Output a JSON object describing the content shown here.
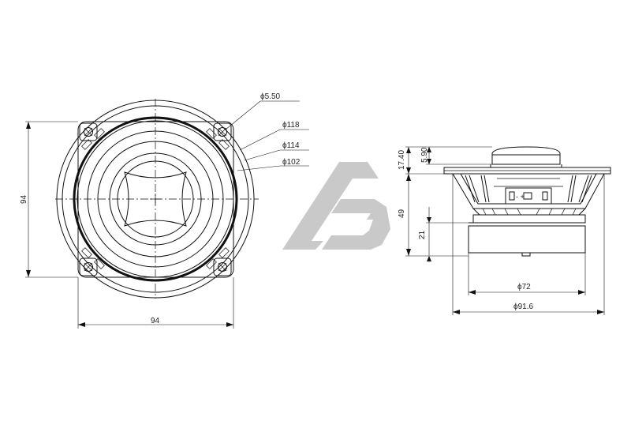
{
  "front_view": {
    "diameters": [
      "5.50",
      "118",
      "114",
      "102"
    ],
    "height": "94",
    "width": "94"
  },
  "side_view": {
    "top_height": "17.40",
    "tweeter_height": "5.90",
    "depth": "49",
    "magnet_height": "21",
    "magnet_diameter": "72",
    "basket_diameter": "91.6"
  },
  "diameter_symbol": "ϕ",
  "terminal_symbols": "- + ",
  "logo": {
    "letters": "AB",
    "color": "#d4d4d4"
  }
}
